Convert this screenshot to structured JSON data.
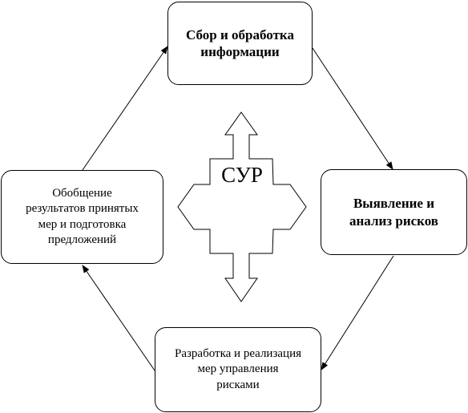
{
  "nodes": {
    "collect": "Сбор и обработка\nинформации",
    "identify": "Выявление и\nанализ рисков",
    "develop": "Разработка и реализация\nмер управления\nрисками",
    "summary": "Обобщение\nрезультатов принятых\nмер и подготовка\nпредложений"
  },
  "center": {
    "label": "СУР"
  }
}
